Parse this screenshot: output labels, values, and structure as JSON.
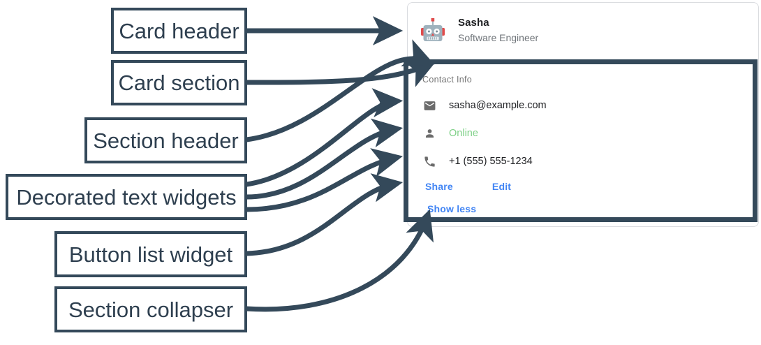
{
  "annotations": {
    "labels": [
      {
        "id": "card-header",
        "text": "Card header"
      },
      {
        "id": "card-section",
        "text": "Card section"
      },
      {
        "id": "section-header",
        "text": "Section header"
      },
      {
        "id": "decorated-text",
        "text": "Decorated text widgets"
      },
      {
        "id": "button-list",
        "text": "Button list widget"
      },
      {
        "id": "section-collapser",
        "text": "Section collapser"
      }
    ],
    "stroke_color": "#34495a"
  },
  "card": {
    "header": {
      "avatar_icon": "robot-avatar-icon",
      "title": "Sasha",
      "subtitle": "Software Engineer"
    },
    "section": {
      "header": "Contact Info",
      "rows": [
        {
          "icon": "email-icon",
          "text": "sasha@example.com",
          "color": "#202124"
        },
        {
          "icon": "person-icon",
          "text": "Online",
          "color": "#7ed087"
        },
        {
          "icon": "phone-icon",
          "text": "+1 (555) 555-1234",
          "color": "#202124"
        }
      ],
      "buttons": [
        {
          "label": "Share"
        },
        {
          "label": "Edit"
        }
      ],
      "collapser": {
        "label": "Show less"
      }
    }
  },
  "colors": {
    "accent_blue": "#4285f4",
    "status_green": "#7ed087",
    "annotation": "#34495a",
    "muted_text": "#70757a",
    "card_border": "#dadce0"
  }
}
